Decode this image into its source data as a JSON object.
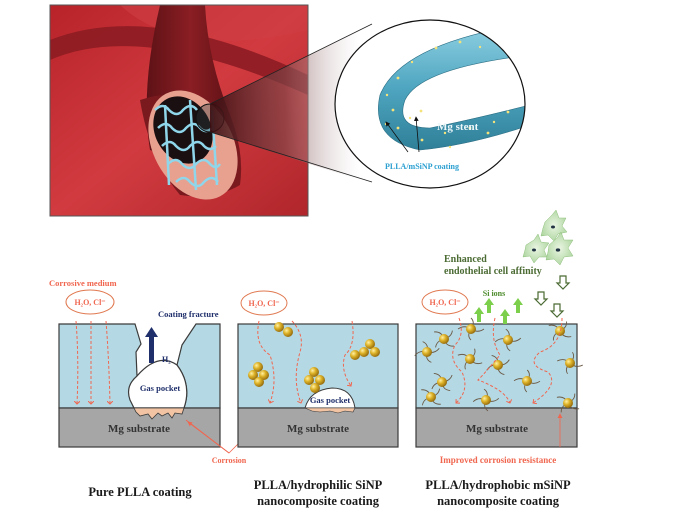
{
  "top_illustration": {
    "zoom_label_stent": "Mg stent",
    "zoom_label_coating": "PLLA/mSiNP coating"
  },
  "panels": [
    {
      "id": "pure-plla",
      "caption_lines": [
        "Pure PLLA coating"
      ],
      "substrate_label": "Mg substrate",
      "medium_title": "Corrosive medium",
      "ion_label": "H₂O, Cl⁻",
      "fracture_label": "Coating fracture",
      "gas_label": "H₂",
      "pocket_label": "Gas pocket"
    },
    {
      "id": "hydrophilic-sinp",
      "caption_lines": [
        "PLLA/hydrophilic SiNP",
        "nanocomposite coating"
      ],
      "substrate_label": "Mg substrate",
      "ion_label": "H₂O, Cl⁻",
      "pocket_label": "Gas pocket"
    },
    {
      "id": "hydrophobic-msinp",
      "caption_lines": [
        "PLLA/hydrophobic mSiNP",
        "nanocomposite coating"
      ],
      "substrate_label": "Mg substrate",
      "ion_label": "H₂O, Cl⁻",
      "si_ions_label": "Si ions",
      "cell_affinity_lines": [
        "Enhanced",
        "endothelial cell affinity"
      ],
      "resistance_label": "Improved corrosion resistance"
    }
  ],
  "shared": {
    "corrosion_label": "Corrosion"
  },
  "colors": {
    "coating": "#b5d9e4",
    "substrate": "#a6a6a6",
    "outline": "#3b3b3b",
    "corrosive_red": "#f0664f",
    "navy": "#1f2f6b",
    "green_text": "#4b6b33",
    "green_arrow": "#7ccf4a",
    "particle": "#d4a51e",
    "stent_blue": "#4fa6c0",
    "blood_red": "#c0282e"
  }
}
